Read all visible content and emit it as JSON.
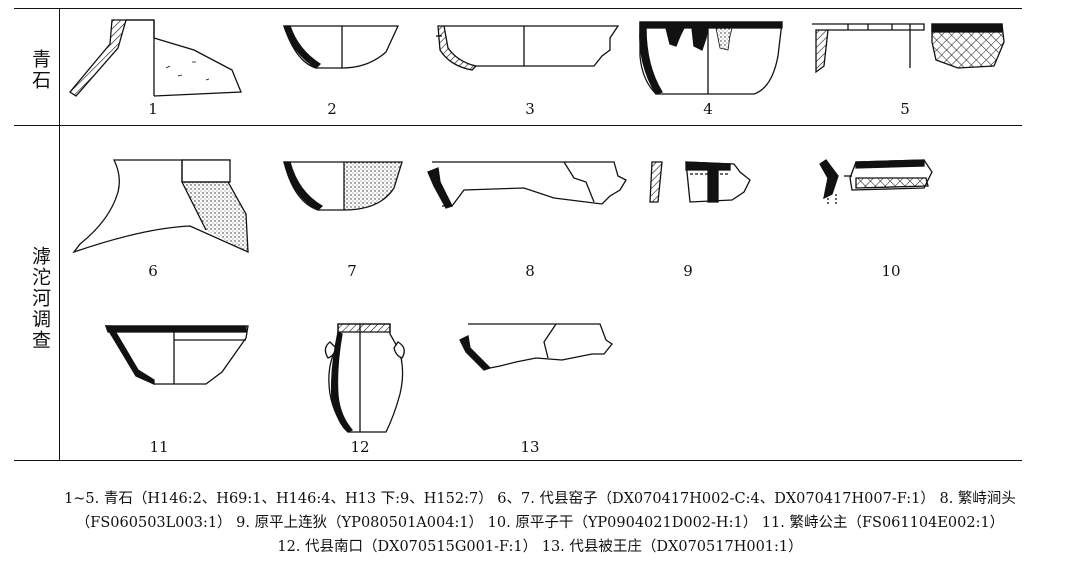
{
  "groups": [
    {
      "label": "青石"
    },
    {
      "label": "滹沱河调查"
    }
  ],
  "items": [
    {
      "number": "1"
    },
    {
      "number": "2"
    },
    {
      "number": "3"
    },
    {
      "number": "4"
    },
    {
      "number": "5"
    },
    {
      "number": "6"
    },
    {
      "number": "7"
    },
    {
      "number": "8"
    },
    {
      "number": "9"
    },
    {
      "number": "10"
    },
    {
      "number": "11"
    },
    {
      "number": "12"
    },
    {
      "number": "13"
    }
  ],
  "caption": {
    "line1": "1~5. 青石（H146:2、H69:1、H146:4、H13 下:9、H152:7）  6、7. 代县窑子（DX070417H002-C:4、DX070417H007-F:1）  8. 繁峙涧头",
    "line2": "（FS060503L003:1）  9. 原平上连狄（YP080501A004:1）  10. 原平子干（YP0904021D002-H:1）  11. 繁峙公主（FS061104E002:1）",
    "line3": "12. 代县南口（DX070515G001-F:1）  13. 代县被王庄（DX070517H001:1）"
  }
}
